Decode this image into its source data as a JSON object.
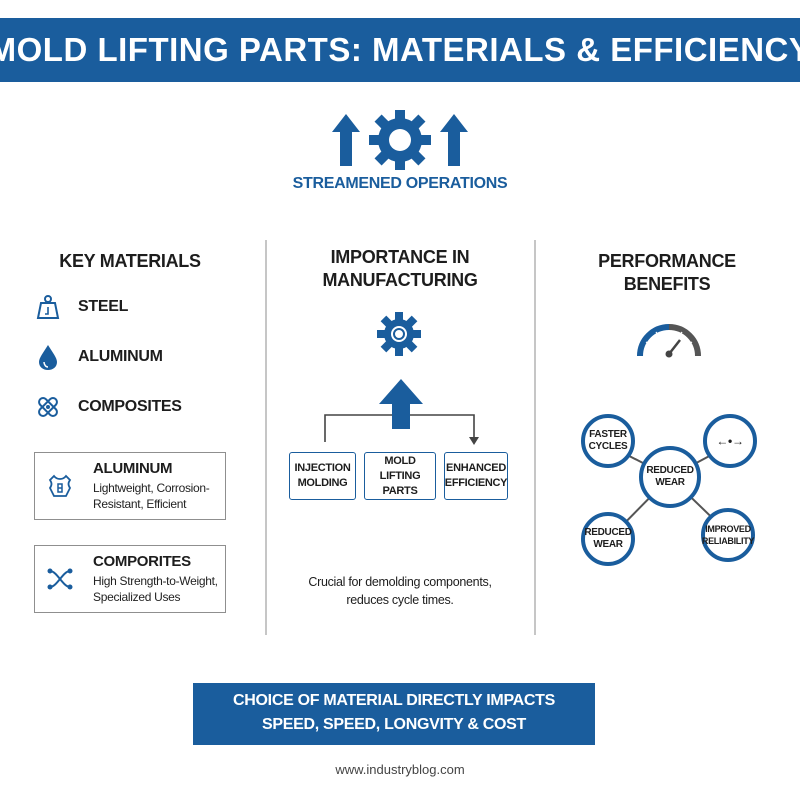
{
  "header": {
    "title": "MOLD LIFTING PARTS: MATERIALS & EFFICIENCY"
  },
  "hero": {
    "label": "STREAMENED OPERATIONS",
    "icon": "gear-with-up-arrows-icon"
  },
  "key_materials": {
    "heading": "KEY MATERIALS",
    "items": [
      {
        "label": "STEEL",
        "icon": "weight-icon"
      },
      {
        "label": "ALUMINUM",
        "icon": "droplet-icon"
      },
      {
        "label": "COMPOSITES",
        "icon": "crossed-fibers-icon"
      }
    ],
    "cards": [
      {
        "title": "ALUMINUM",
        "description": "Lightweight, Corrosion-Resistant, Efficient",
        "icon": "aluminum-icon"
      },
      {
        "title": "COMPORITES",
        "description": "High Strength-to-Weight, Specialized Uses",
        "icon": "composite-icon"
      }
    ]
  },
  "importance": {
    "heading_line1": "IMPORTANCE IN",
    "heading_line2": "MANUFACTURING",
    "flow": [
      {
        "line1": "INJECTION",
        "line2": "MOLDING"
      },
      {
        "line1": "MOLD LIFTING",
        "line2": "PARTS"
      },
      {
        "line1": "ENHANCED",
        "line2": "EFFICIENCY"
      }
    ],
    "note_line1": "Crucial for demolding components,",
    "note_line2": "reduces cycle times."
  },
  "performance": {
    "heading_line1": "PERFORMANCE",
    "heading_line2": "BENEFITS",
    "center": {
      "line1": "REDUCED",
      "line2": "WEAR"
    },
    "nodes": [
      {
        "line1": "FASTER",
        "line2": "CYCLES"
      },
      {
        "line1": "←•→",
        "line2": ""
      },
      {
        "line1": "REDUCED",
        "line2": "WEAR"
      },
      {
        "line1": "IMPROVED",
        "line2": "RELIABILITY"
      }
    ]
  },
  "bottom_banner": {
    "line1": "CHOICE OF MATERIAL DIRECTLY IMPACTS",
    "line2": "SPEED, SPEED, LONGVITY & COST"
  },
  "footer": {
    "url": "www.industryblog.com"
  },
  "colors": {
    "primary": "#1a5d9d",
    "divider": "#c6c6c6",
    "text": "#1d1d1d"
  }
}
